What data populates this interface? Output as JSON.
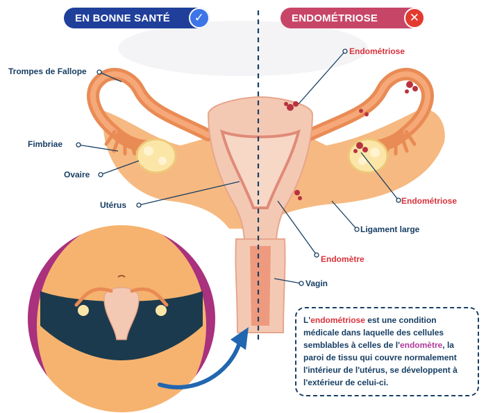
{
  "header": {
    "healthy_label": "EN BONNE SANTÉ",
    "healthy_icon": "check-icon",
    "endo_label": "ENDOMÉTRIOSE",
    "endo_icon": "cross-icon",
    "healthy_color": "#1f3f9a",
    "endo_color": "#c74668"
  },
  "labels": {
    "trompes": "Trompes de Fallope",
    "fimbriae": "Fimbriae",
    "ovaire": "Ovaire",
    "uterus": "Utérus",
    "endometriose_top": "Endométriose",
    "endometriose_right": "Endométriose",
    "ligament": "Ligament large",
    "endometre": "Endomètre",
    "vagin": "Vagin"
  },
  "info": {
    "p1": "L'",
    "kw1": "endométriose",
    "p2": " est une condition médicale dans laquelle des cellules semblables à celles de l'",
    "kw2": "endomètre",
    "p3": ", la paroi de tissu qui couvre normalement l'intérieur de l'utérus, se développent à l'extérieur de celui-ci."
  },
  "colors": {
    "label_text": "#173e63",
    "endo_text": "#d9323b",
    "tissue": "#f6b981",
    "tissue_dark": "#e98b55",
    "uterus": "#f4c9b3",
    "lesion": "#b8333f"
  }
}
